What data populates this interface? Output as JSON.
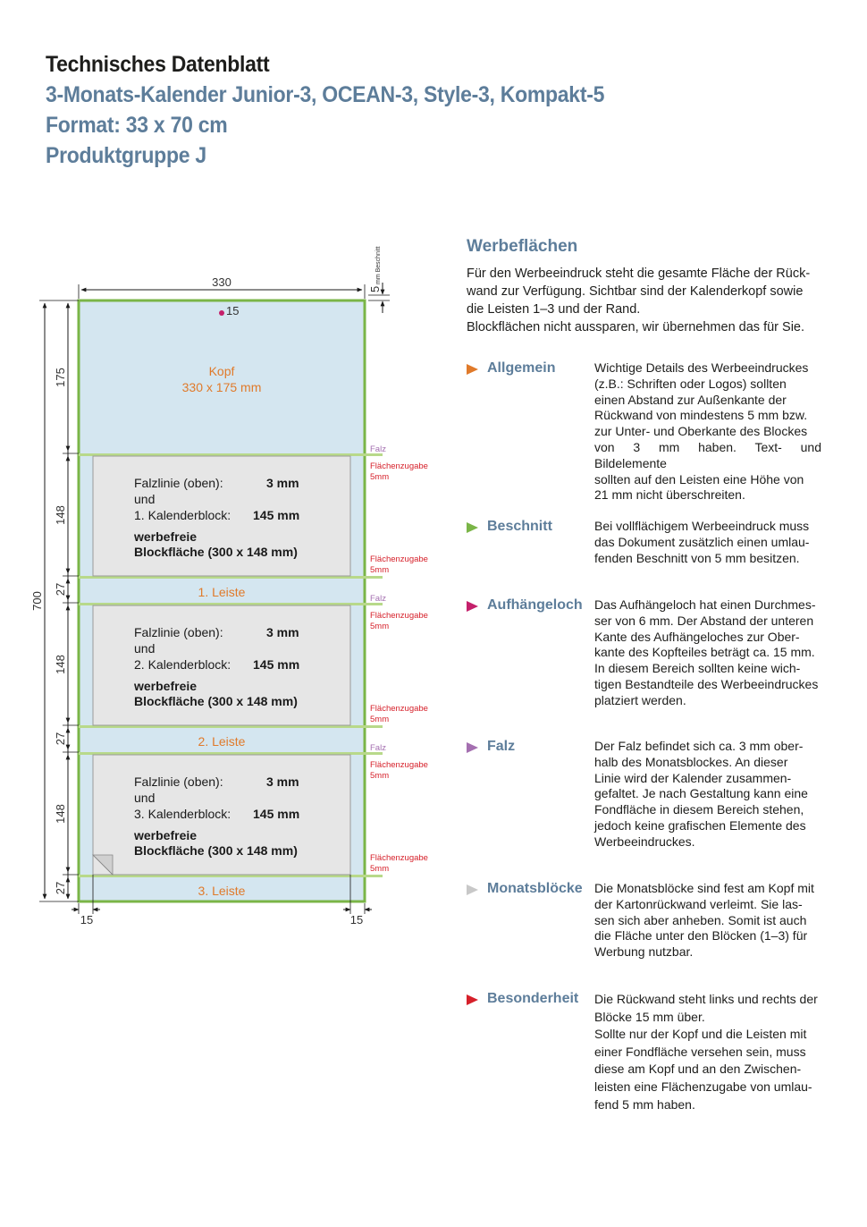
{
  "header": {
    "title": "Technisches Datenblatt",
    "subtitle1": "3-Monats-Kalender  Junior-3, OCEAN-3, Style-3, Kompakt-5",
    "subtitle2": "Format: 33 x 70 cm",
    "subtitle3": "Produktgruppe J"
  },
  "diagram": {
    "dim_width": "330",
    "dim_height": "700",
    "dim_top_margin": "5",
    "dim_top_margin_label": "mm Beschnitt",
    "dim_hole": "15",
    "dim_left": "15",
    "dim_right": "15",
    "dim_kopf": "175",
    "dim_block": "148",
    "dim_leiste": "27",
    "kopf_label": "Kopf",
    "kopf_size": "330 x 175 mm",
    "falz_label": "Falz",
    "zugabe_label": "Flächenzugabe",
    "zugabe_size": "5mm",
    "blocks": [
      {
        "falz_label": "Falzlinie (oben):",
        "falz_value": "3 mm",
        "und": "und",
        "block_label": "1. Kalenderblock:",
        "block_value": "145 mm",
        "free_label": "werbefreie",
        "free_area": "Blockfläche (300 x 148 mm)",
        "leiste": "1. Leiste"
      },
      {
        "falz_label": "Falzlinie (oben):",
        "falz_value": "3 mm",
        "und": "und",
        "block_label": "2. Kalenderblock:",
        "block_value": "145 mm",
        "free_label": "werbefreie",
        "free_area": "Blockfläche (300 x 148 mm)",
        "leiste": "2. Leiste"
      },
      {
        "falz_label": "Falzlinie (oben):",
        "falz_value": "3 mm",
        "und": "und",
        "block_label": "3. Kalenderblock:",
        "block_value": "145 mm",
        "free_label": "werbefreie",
        "free_area": "Blockfläche (300 x 148 mm)",
        "leiste": "3. Leiste"
      }
    ]
  },
  "intro": {
    "title": "Werbeflächen",
    "lines": [
      "Für den Werbeeindruck steht die gesamte Fläche der Rück-",
      "wand zur Verfügung. Sichtbar sind der Kalenderkopf sowie",
      "die Leisten 1–3 und der Rand.",
      "Blockflächen nicht aussparen, wir übernehmen das für Sie."
    ]
  },
  "sections": [
    {
      "title": "Allgemein",
      "color": "#e07a2a",
      "lines": [
        "Wichtige Details des Werbeeindruckes",
        "(z.B.: Schriften oder Logos) sollten",
        "einen Abstand zur Außenkante der",
        "Rückwand von mindestens 5 mm bzw.",
        "zur Unter- und Oberkante des Blockes",
        "von 3 mm haben. Text- und Bildelemente",
        "sollten auf den Leisten eine Höhe von",
        "21 mm nicht überschreiten."
      ]
    },
    {
      "title": "Beschnitt",
      "color": "#7ab547",
      "lines": [
        "Bei vollflächigem Werbeeindruck muss",
        "das Dokument zusätzlich einen umlau-",
        "fenden Beschnitt von 5 mm besitzen."
      ]
    },
    {
      "title": "Aufhängeloch",
      "color": "#c4206b",
      "lines": [
        "Das Aufhängeloch hat einen Durchmes-",
        "ser von 6 mm. Der Abstand der unteren",
        "Kante des Aufhängeloches zur Ober-",
        "kante des Kopfteiles beträgt ca. 15 mm.",
        "In diesem Bereich sollten keine wich-",
        "tigen Bestandteile des Werbeeindruckes",
        "platziert werden."
      ]
    },
    {
      "title": "Falz",
      "color": "#a46fb0",
      "lines": [
        "Der Falz befindet sich ca. 3 mm ober-",
        "halb des Monatsblockes. An dieser",
        "Linie wird der Kalender zusammen-",
        "gefaltet. Je nach Gestaltung kann eine",
        "Fondfläche in diesem Bereich stehen,",
        "jedoch keine grafischen Elemente des",
        "Werbeeindruckes."
      ]
    },
    {
      "title": "Monatsblöcke",
      "color": "#c8c8c8",
      "lines": [
        "Die Monatsblöcke sind fest am Kopf mit",
        "der Kartonrückwand verleimt. Sie las-",
        "sen sich aber anheben. Somit ist auch",
        "die Fläche unter den Blöcken (1–3) für",
        "Werbung nutzbar."
      ]
    },
    {
      "title": "Besonderheit",
      "color": "#d6202a",
      "lines": [
        "Die Rückwand steht links und rechts der",
        "Blöcke 15 mm über.",
        "Sollte nur der Kopf und die Leisten mit",
        "einer Fondfläche versehen sein, muss",
        "diese am Kopf und an den Zwischen-",
        "leisten eine Flächenzugabe von umlau-",
        "fend 5 mm haben."
      ]
    }
  ]
}
